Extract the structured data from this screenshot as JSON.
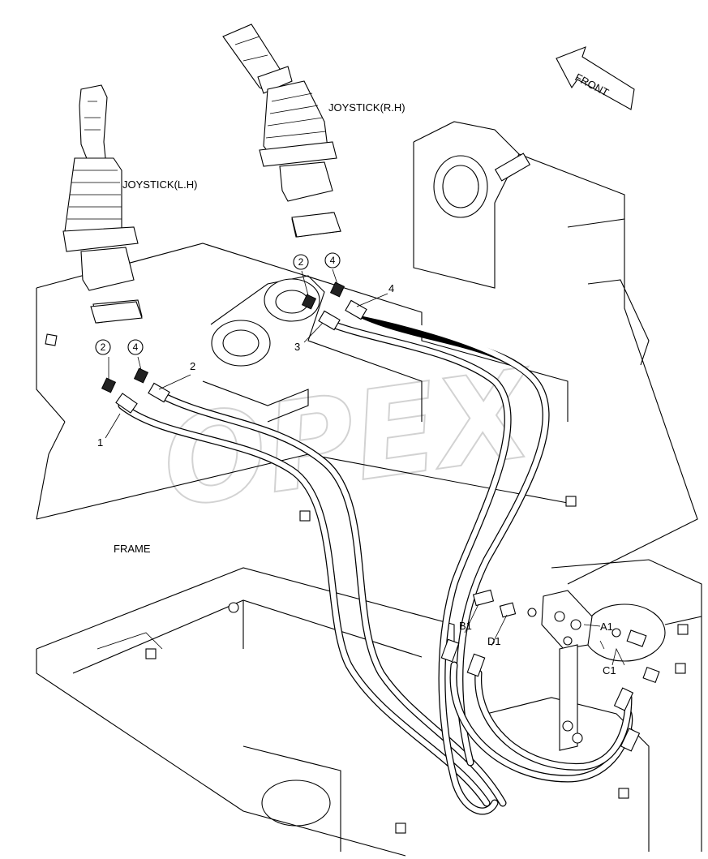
{
  "labels": {
    "joystick_lh": "JOYSTICK(L.H)",
    "joystick_rh": "JOYSTICK(R.H)",
    "front": "FRONT",
    "frame": "FRAME"
  },
  "callouts": {
    "c1": "1",
    "c2": "2",
    "c3": "3",
    "c4": "4",
    "lh_circle_a": "2",
    "lh_circle_b": "4",
    "rh_circle_a": "2",
    "rh_circle_b": "4"
  },
  "ports": {
    "a1": "A1",
    "b1": "B1",
    "c1": "C1",
    "d1": "D1"
  },
  "watermark": "OPEX"
}
